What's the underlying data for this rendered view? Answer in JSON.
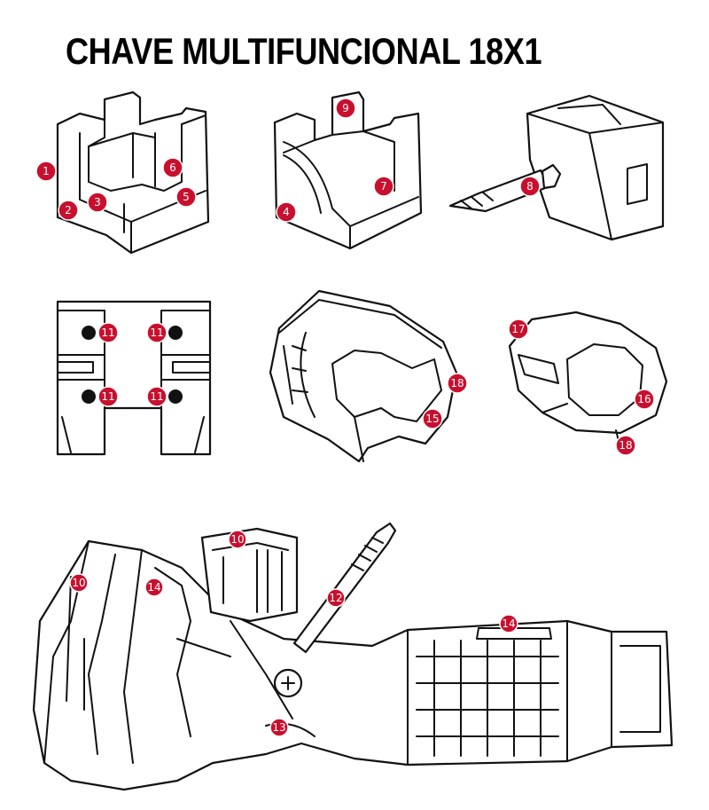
{
  "title": "CHAVE MULTIFUNCIONAL 18X1",
  "colors": {
    "badge": "#c8102e",
    "line": "#111111",
    "background": "#ffffff"
  },
  "badges": {
    "n1": "1",
    "n2": "2",
    "n3": "3",
    "n4": "4",
    "n5": "5",
    "n6": "6",
    "n7": "7",
    "n8": "8",
    "n9": "9",
    "n10": "10",
    "n11": "11",
    "n12": "12",
    "n13": "13",
    "n14": "14",
    "n15": "15",
    "n16": "16",
    "n17": "17",
    "n18": "18"
  }
}
